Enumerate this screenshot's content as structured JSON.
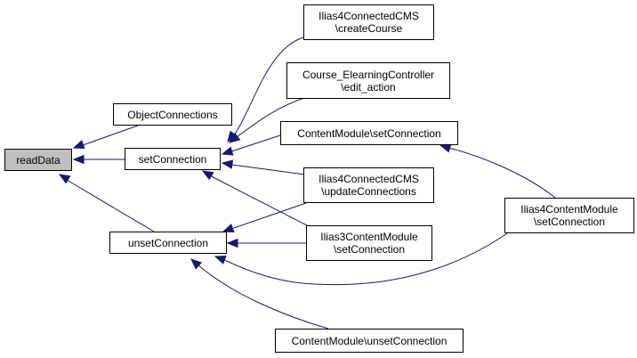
{
  "diagram": {
    "type": "call-graph",
    "edge_color": "#191970",
    "root_fill": "#bfbfbf",
    "nodes": [
      {
        "id": "readData",
        "label": "readData",
        "root": true
      },
      {
        "id": "ObjectConnections",
        "label": "ObjectConnections"
      },
      {
        "id": "setConnection",
        "label": "setConnection"
      },
      {
        "id": "unsetConnection",
        "label": "unsetConnection"
      },
      {
        "id": "Ilias4ConnectedCMS_createCourse",
        "label": "Ilias4ConnectedCMS\n\\createCourse"
      },
      {
        "id": "Course_ElearningController_edit_action",
        "label": "Course_ElearningController\n\\edit_action"
      },
      {
        "id": "ContentModule_setConnection",
        "label": "ContentModule\\setConnection"
      },
      {
        "id": "Ilias4ConnectedCMS_updateConnections",
        "label": "Ilias4ConnectedCMS\n\\updateConnections"
      },
      {
        "id": "Ilias3ContentModule_setConnection",
        "label": "Ilias3ContentModule\n\\setConnection"
      },
      {
        "id": "ContentModule_unsetConnection",
        "label": "ContentModule\\unsetConnection"
      },
      {
        "id": "Ilias4ContentModule_setConnection",
        "label": "Ilias4ContentModule\n\\setConnection"
      }
    ],
    "edges": [
      {
        "from": "ObjectConnections",
        "to": "readData"
      },
      {
        "from": "setConnection",
        "to": "readData"
      },
      {
        "from": "unsetConnection",
        "to": "readData"
      },
      {
        "from": "Ilias4ConnectedCMS_createCourse",
        "to": "setConnection"
      },
      {
        "from": "Course_ElearningController_edit_action",
        "to": "setConnection"
      },
      {
        "from": "ContentModule_setConnection",
        "to": "setConnection"
      },
      {
        "from": "Ilias4ConnectedCMS_updateConnections",
        "to": "setConnection"
      },
      {
        "from": "Ilias3ContentModule_setConnection",
        "to": "setConnection"
      },
      {
        "from": "Ilias4ConnectedCMS_updateConnections",
        "to": "unsetConnection"
      },
      {
        "from": "Ilias3ContentModule_setConnection",
        "to": "unsetConnection"
      },
      {
        "from": "Ilias4ContentModule_setConnection",
        "to": "unsetConnection"
      },
      {
        "from": "ContentModule_unsetConnection",
        "to": "unsetConnection"
      },
      {
        "from": "Ilias4ContentModule_setConnection",
        "to": "ContentModule_setConnection"
      }
    ]
  }
}
